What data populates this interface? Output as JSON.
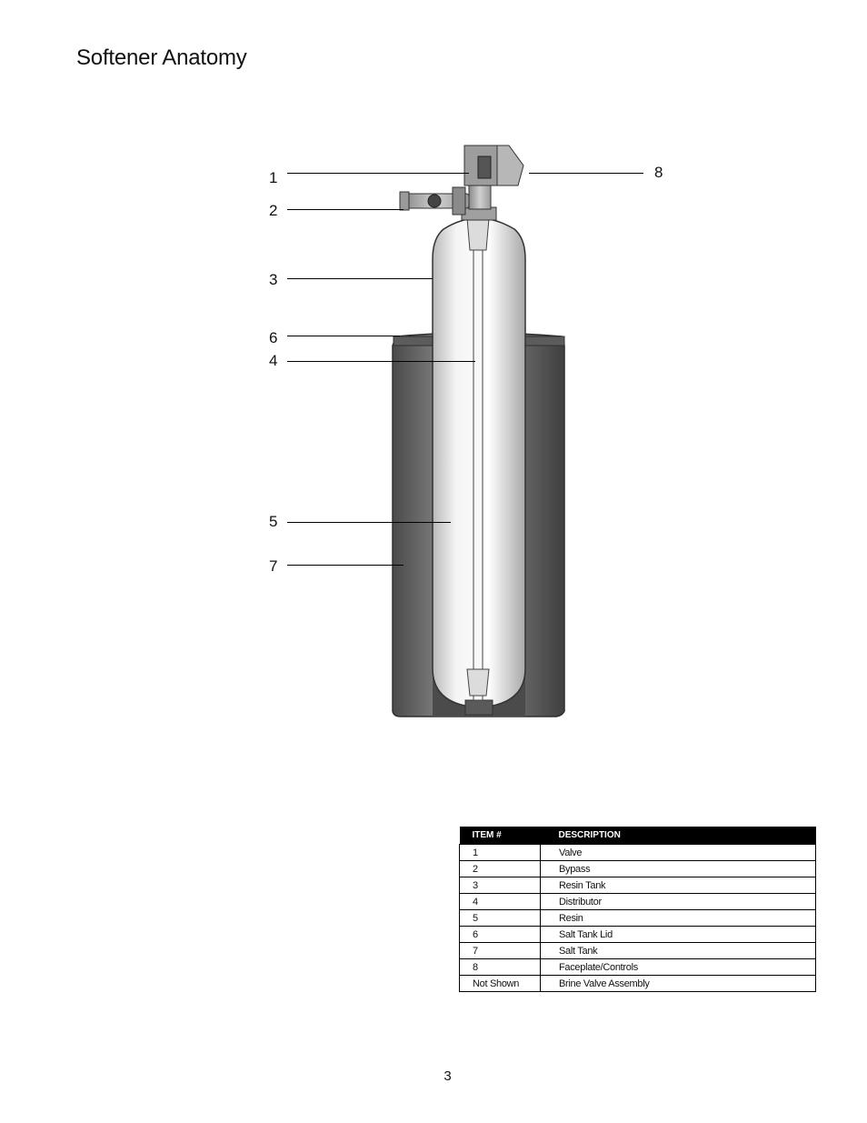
{
  "page": {
    "title": "Softener Anatomy",
    "page_number": "3"
  },
  "callouts": [
    "1",
    "2",
    "3",
    "6",
    "4",
    "5",
    "7",
    "8"
  ],
  "parts_table": {
    "headers": [
      "ITEM #",
      "DESCRIPTION"
    ],
    "rows": [
      [
        "1",
        "Valve"
      ],
      [
        "2",
        "Bypass"
      ],
      [
        "3",
        "Resin Tank"
      ],
      [
        "4",
        "Distributor"
      ],
      [
        "5",
        "Resin"
      ],
      [
        "6",
        "Salt Tank Lid"
      ],
      [
        "7",
        "Salt Tank"
      ],
      [
        "8",
        "Faceplate/Controls"
      ],
      [
        "Not Shown",
        "Brine Valve Assembly"
      ]
    ]
  },
  "colors": {
    "salt_tank": "#6a6a6a",
    "resin_tank": "#e9e9e9",
    "table_header": "#000000"
  }
}
